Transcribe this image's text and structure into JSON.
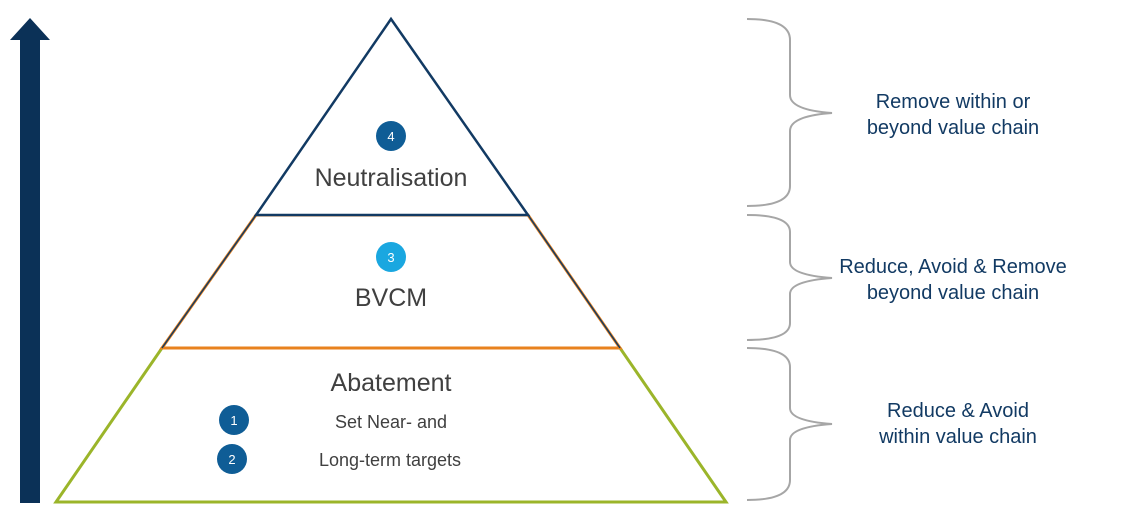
{
  "colors": {
    "arrow": "#0b3157",
    "tier_top_outline": "#123a63",
    "tier_mid_outline": "#e8821e",
    "tier_bottom_outline": "#9bb52a",
    "badge_dark": "#0f5d96",
    "badge_light": "#1aa7e0",
    "label_text": "#404040",
    "side_text": "#123a63",
    "brace": "#a6a6a6"
  },
  "pyramid": {
    "top": {
      "badge": "4",
      "label": "Neutralisation",
      "description": "Remove within or\nbeyond value chain"
    },
    "middle": {
      "badge": "3",
      "label": "BVCM",
      "description": "Reduce, Avoid & Remove\nbeyond value chain"
    },
    "bottom": {
      "label": "Abatement",
      "item1_badge": "1",
      "item1_text": "Set Near- and",
      "item2_badge": "2",
      "item2_text": "Long-term targets",
      "description": "Reduce & Avoid\nwithin value chain"
    }
  }
}
